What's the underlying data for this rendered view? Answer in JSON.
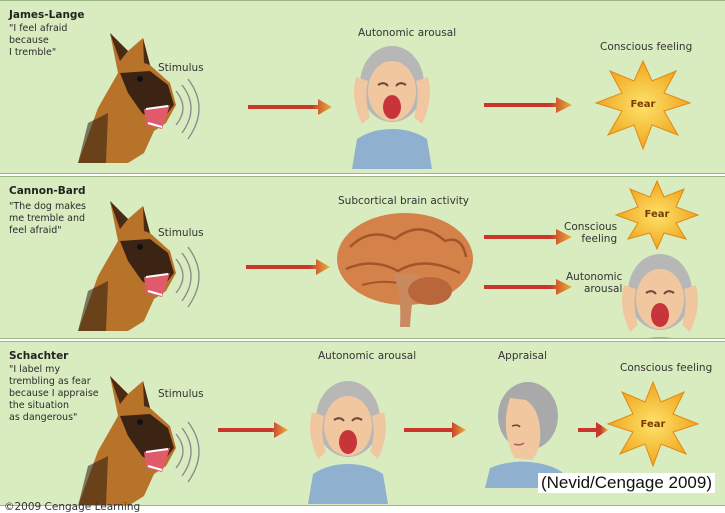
{
  "panels": [
    {
      "title": "James-Lange",
      "quote": "\"I feel afraid\nbecause\nI tremble\"",
      "stimulus": "Stimulus",
      "stage1": "Autonomic arousal",
      "stage2": "Conscious feeling",
      "fear": "Fear"
    },
    {
      "title": "Cannon-Bard",
      "quote": "\"The dog makes\nme tremble and\nfeel afraid\"",
      "stimulus": "Stimulus",
      "stage1": "Subcortical brain activity",
      "stage2": "Conscious\nfeeling",
      "stage3": "Autonomic\narousal",
      "fear": "Fear"
    },
    {
      "title": "Schachter",
      "quote": "\"I label my\ntrembling as fear\nbecause I appraise\nthe situation\nas dangerous\"",
      "stimulus": "Stimulus",
      "stage1": "Autonomic arousal",
      "stage2": "Appraisal",
      "stage3": "Conscious feeling",
      "fear": "Fear"
    }
  ],
  "credit": "(Nevid/Cengage 2009)",
  "copyright": "©2009 Cengage Learning",
  "colors": {
    "panel_bg": "#d9ecc0",
    "arrow": "#c8372a",
    "arrow_tip": "#e7b23a",
    "burst": "#f2b422"
  }
}
